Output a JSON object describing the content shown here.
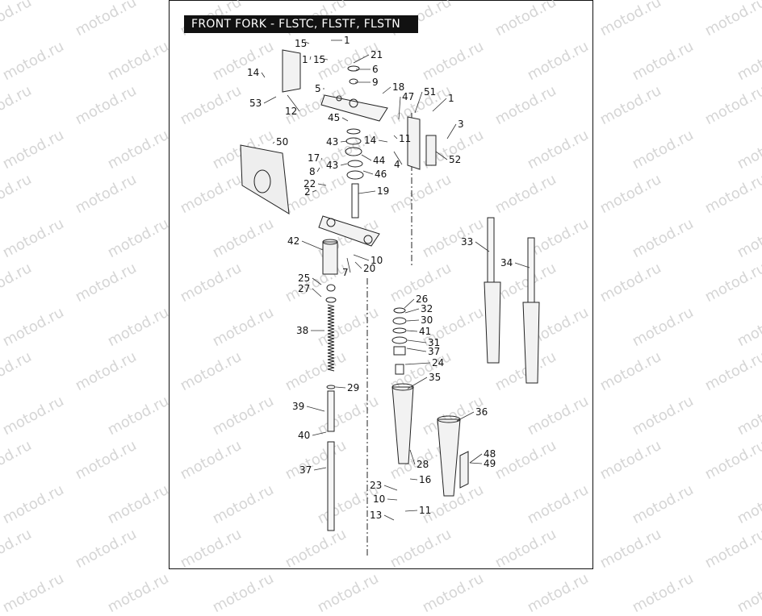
{
  "title": "FRONT FORK - FLSTC, FLSTF, FLSTN",
  "watermark": "motod.ru",
  "callouts": [
    "1",
    "15",
    "1",
    "15",
    "21",
    "6",
    "9",
    "14",
    "5",
    "18",
    "53",
    "12",
    "51",
    "47",
    "1",
    "45",
    "3",
    "14",
    "11",
    "43",
    "44",
    "43",
    "46",
    "4",
    "52",
    "50",
    "17",
    "8",
    "22",
    "2",
    "19",
    "42",
    "10",
    "20",
    "7",
    "25",
    "27",
    "26",
    "32",
    "30",
    "41",
    "31",
    "37",
    "24",
    "33",
    "34",
    "38",
    "35",
    "29",
    "39",
    "40",
    "36",
    "48",
    "49",
    "28",
    "37",
    "23",
    "16",
    "10",
    "11",
    "13"
  ]
}
